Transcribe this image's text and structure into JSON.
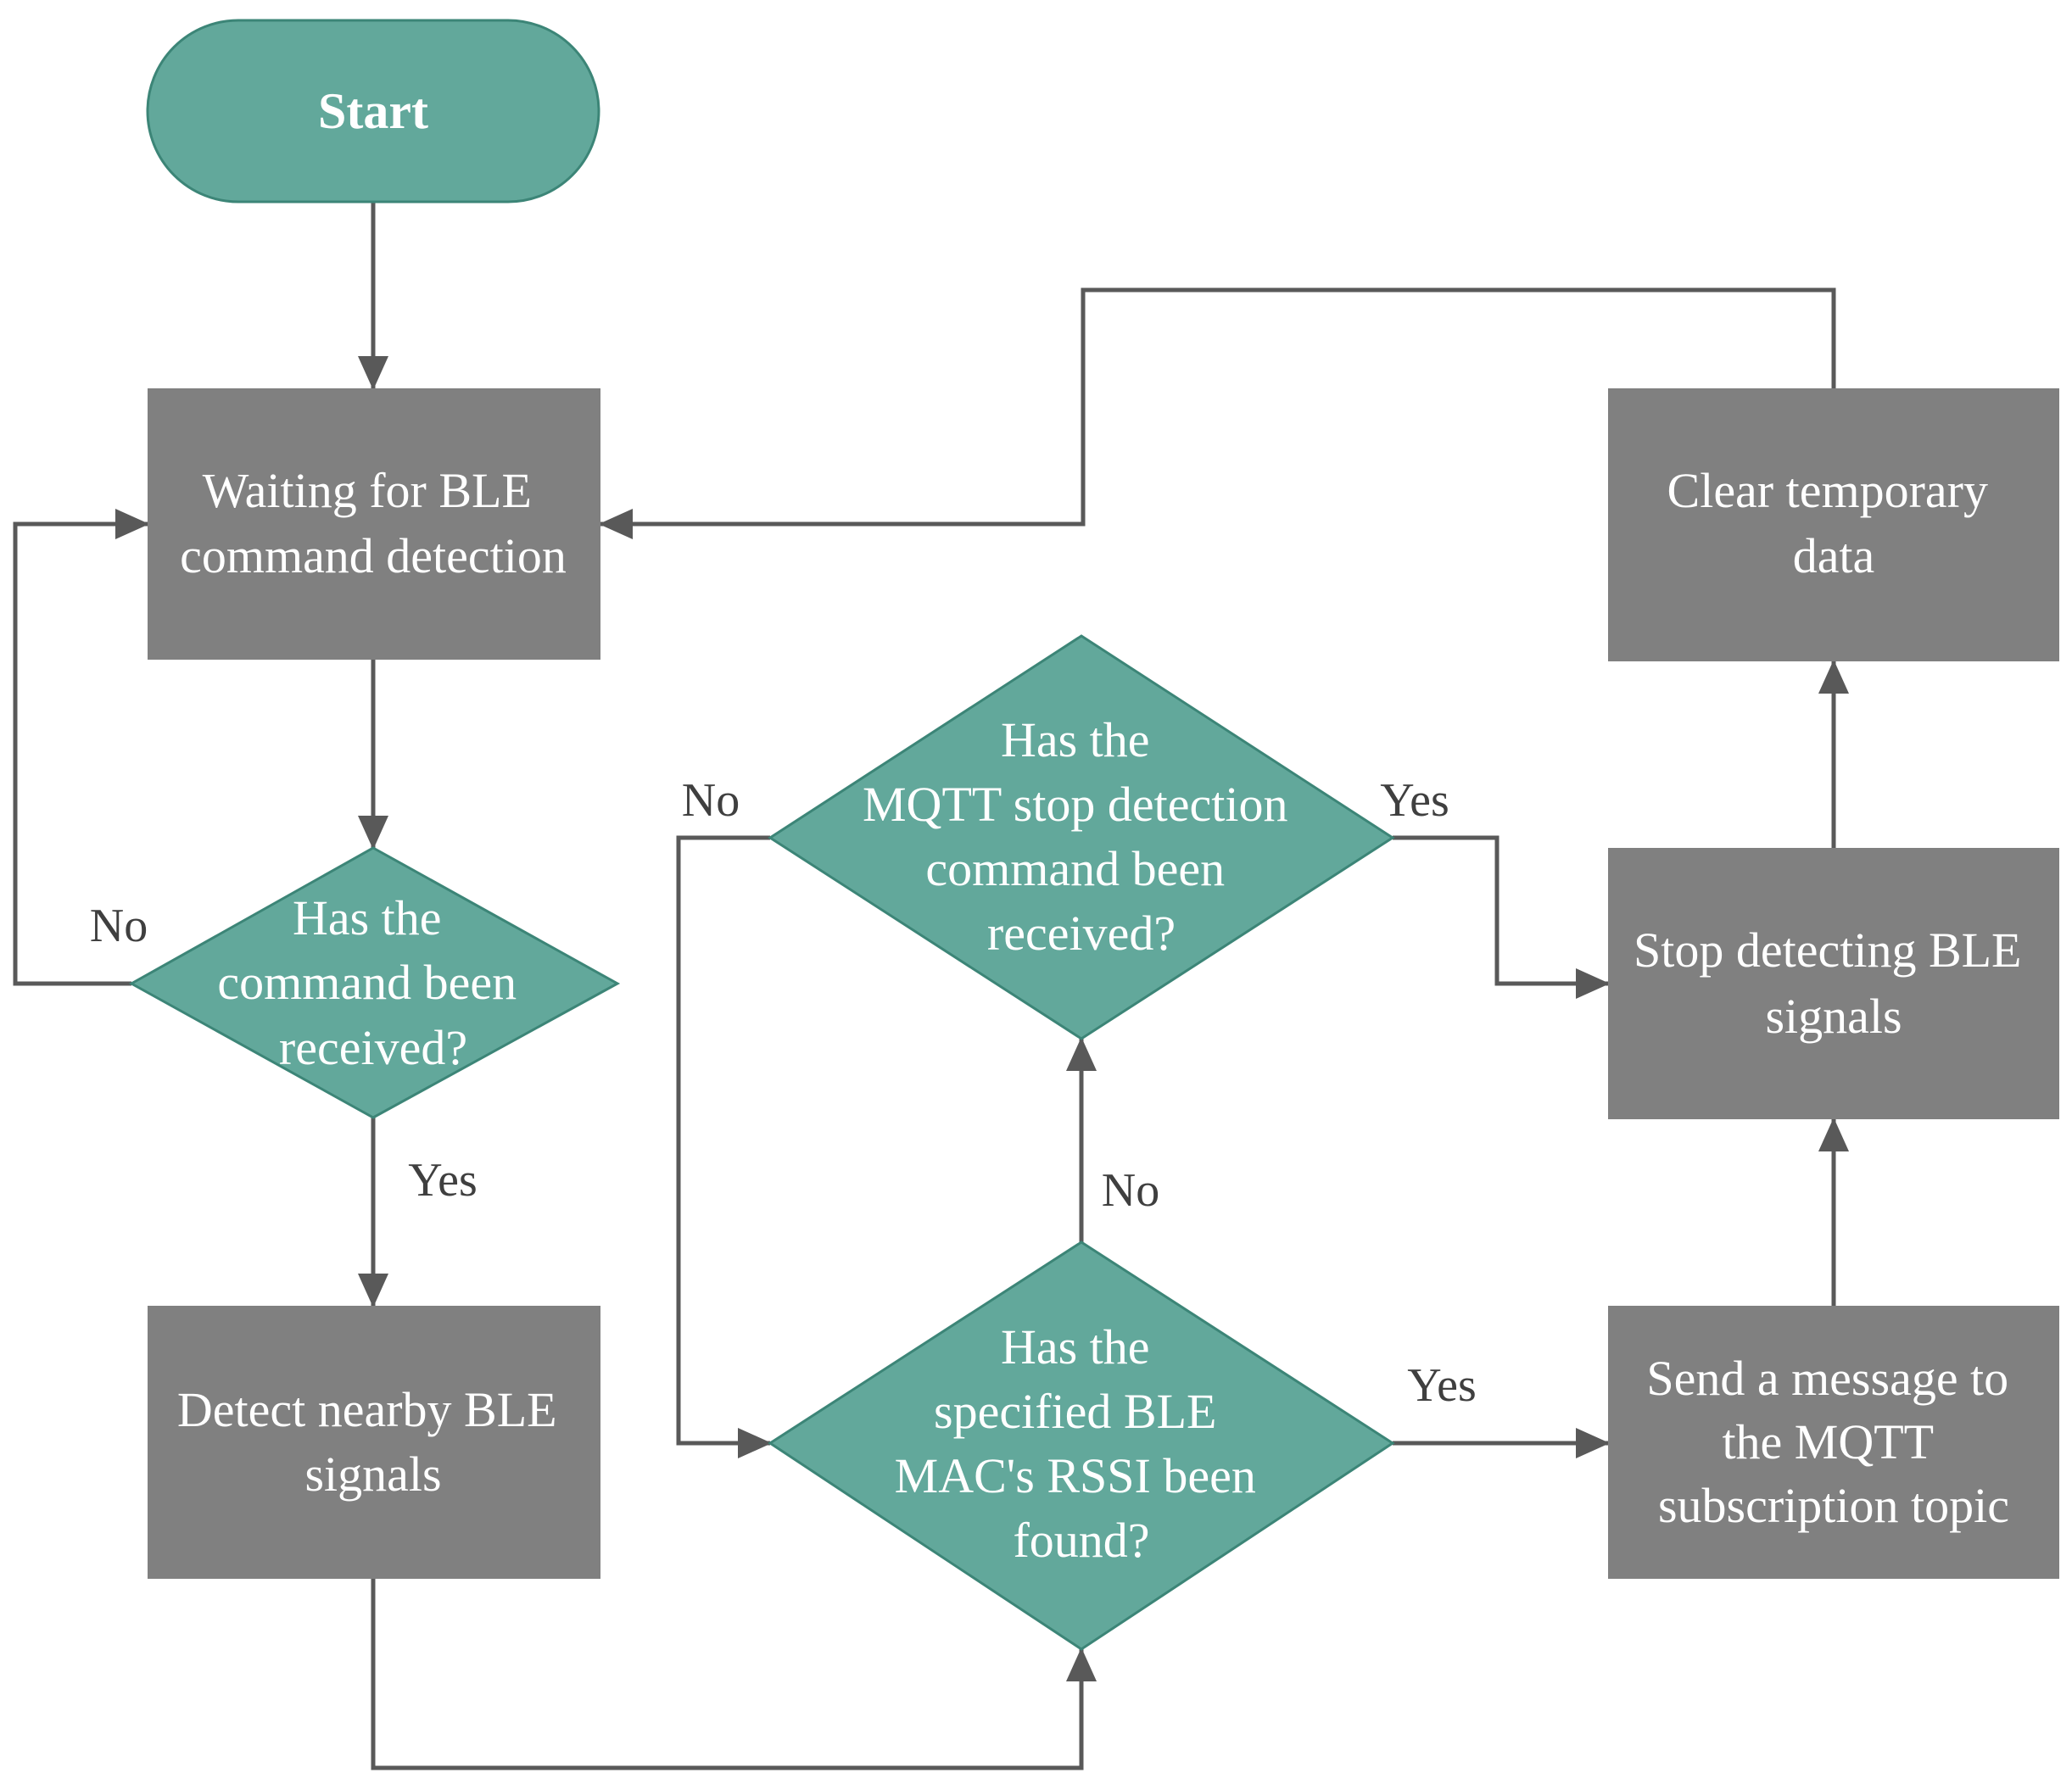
{
  "colors": {
    "process_fill": "#808080",
    "decision_fill": "#62a89b",
    "terminal_fill": "#62a89b",
    "edge_color": "#595959",
    "label_color": "#3f3f3f"
  },
  "nodes": {
    "start": {
      "lines": [
        "Start"
      ]
    },
    "wait": {
      "lines": [
        "Waiting for BLE",
        "command detection"
      ]
    },
    "cmd_received": {
      "lines": [
        "Has the",
        "command been",
        "received?"
      ]
    },
    "detect": {
      "lines": [
        "Detect nearby BLE",
        "signals"
      ]
    },
    "rssi_found": {
      "lines": [
        "Has the",
        "specified BLE",
        "MAC's RSSI been",
        "found?"
      ]
    },
    "mqtt_stop": {
      "lines": [
        "Has the",
        "MQTT stop detection",
        "command been",
        "received?"
      ]
    },
    "send_msg": {
      "lines": [
        "Send a message to",
        "the MQTT",
        "subscription topic"
      ]
    },
    "stop_detect": {
      "lines": [
        "Stop detecting BLE",
        "signals"
      ]
    },
    "clear_data": {
      "lines": [
        "Clear temporary",
        "data"
      ]
    }
  },
  "edge_labels": {
    "cmd_no": "No",
    "cmd_yes": "Yes",
    "mqtt_no": "No",
    "mqtt_yes": "Yes",
    "rssi_no": "No",
    "rssi_yes": "Yes"
  }
}
